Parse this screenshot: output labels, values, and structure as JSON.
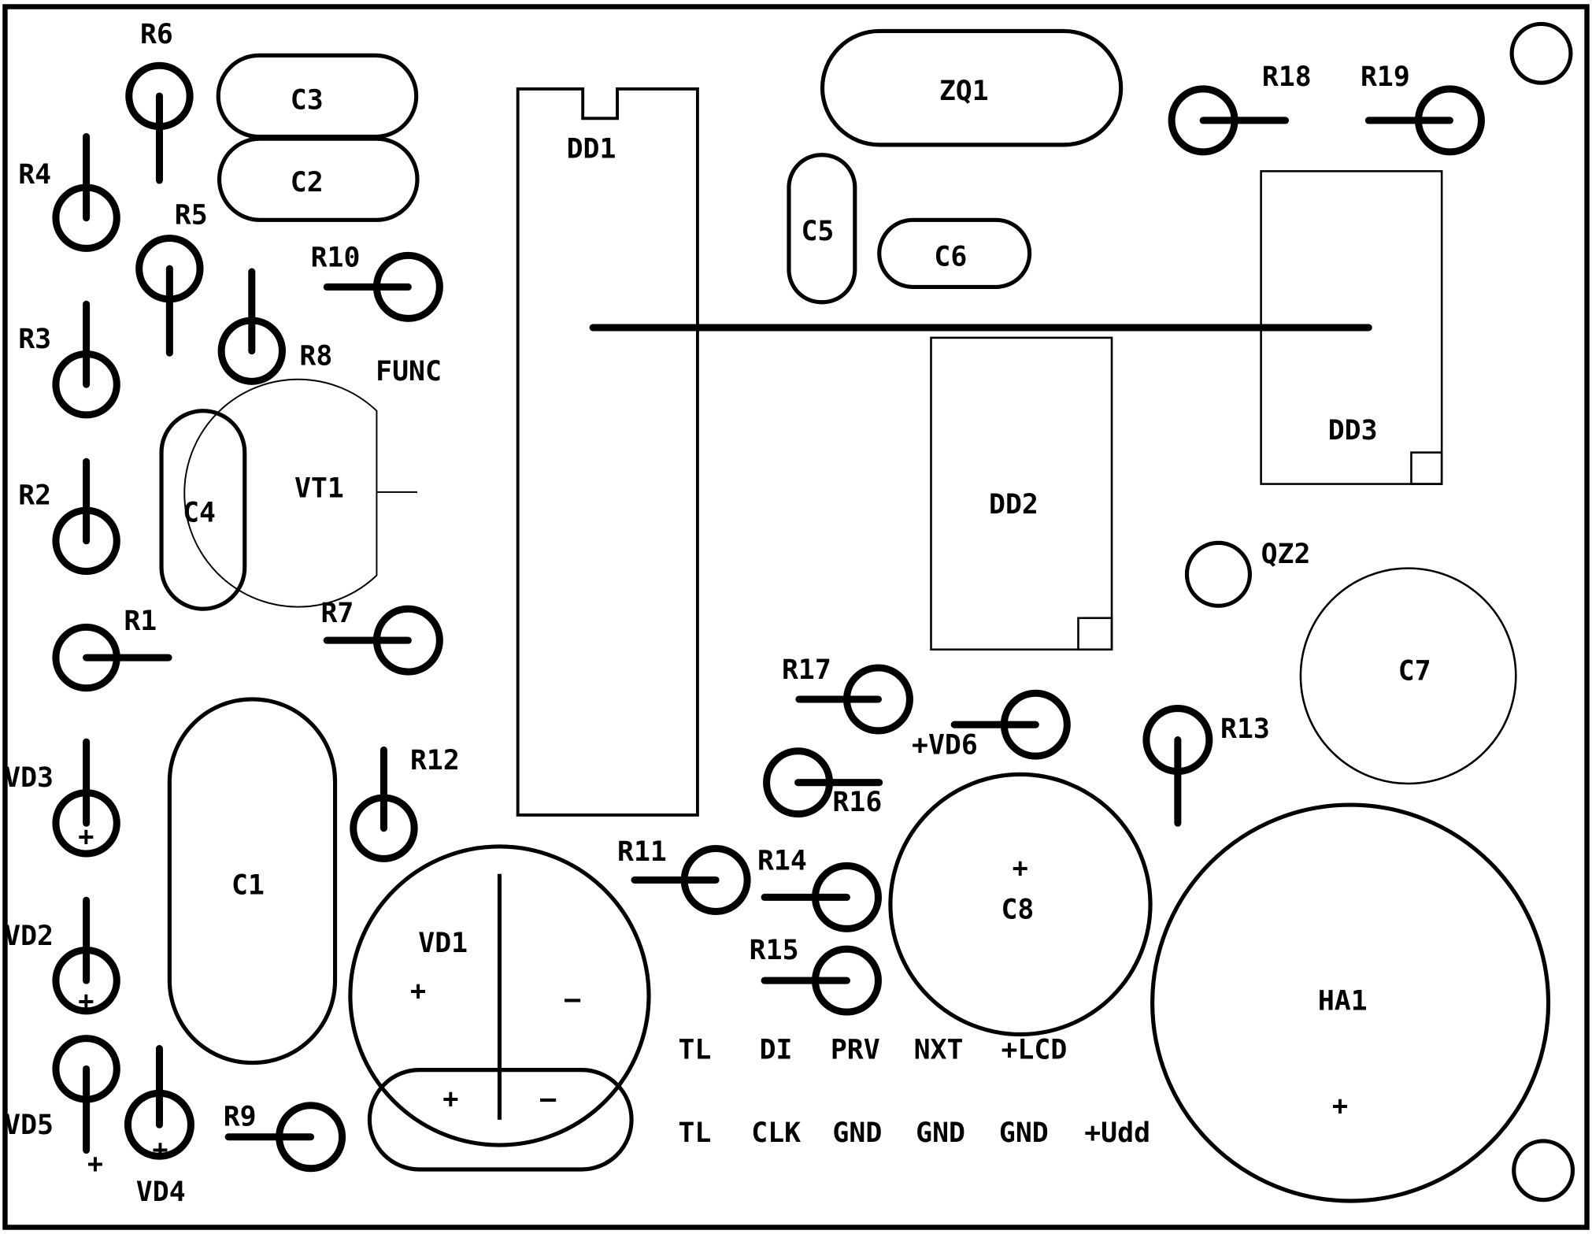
{
  "board": {
    "title": "PCB component placement (silkscreen)",
    "colors": {
      "background": "#ffffff",
      "ink": "#000000"
    }
  },
  "labels": {
    "R1": "R1",
    "R2": "R2",
    "R3": "R3",
    "R4": "R4",
    "R5": "R5",
    "R6": "R6",
    "R7": "R7",
    "R8": "R8",
    "R9": "R9",
    "R10": "R10",
    "R11": "R11",
    "R12": "R12",
    "R13": "R13",
    "R14": "R14",
    "R15": "R15",
    "R16": "R16",
    "R17": "R17",
    "R18": "R18",
    "R19": "R19",
    "C1": "C1",
    "C2": "C2",
    "C3": "C3",
    "C4": "C4",
    "C5": "C5",
    "C6": "C6",
    "C7": "C7",
    "C8": "C8",
    "VD1": "VD1",
    "VD2": "VD2",
    "VD3": "VD3",
    "VD4": "VD4",
    "VD5": "VD5",
    "VD6": "+VD6",
    "VT1": "VT1",
    "DD1": "DD1",
    "DD2": "DD2",
    "DD3": "DD3",
    "ZQ1": "ZQ1",
    "QZ2": "QZ2",
    "HA1": "HA1",
    "FUNC": "FUNC"
  },
  "polarity": {
    "plus": "+",
    "minus": "–"
  },
  "connector": {
    "row1": [
      "TL",
      "DI",
      "PRV",
      "NXT",
      "+LCD"
    ],
    "row2": [
      "TL",
      "CLK",
      "GND",
      "GND",
      "GND",
      "+Udd"
    ]
  }
}
